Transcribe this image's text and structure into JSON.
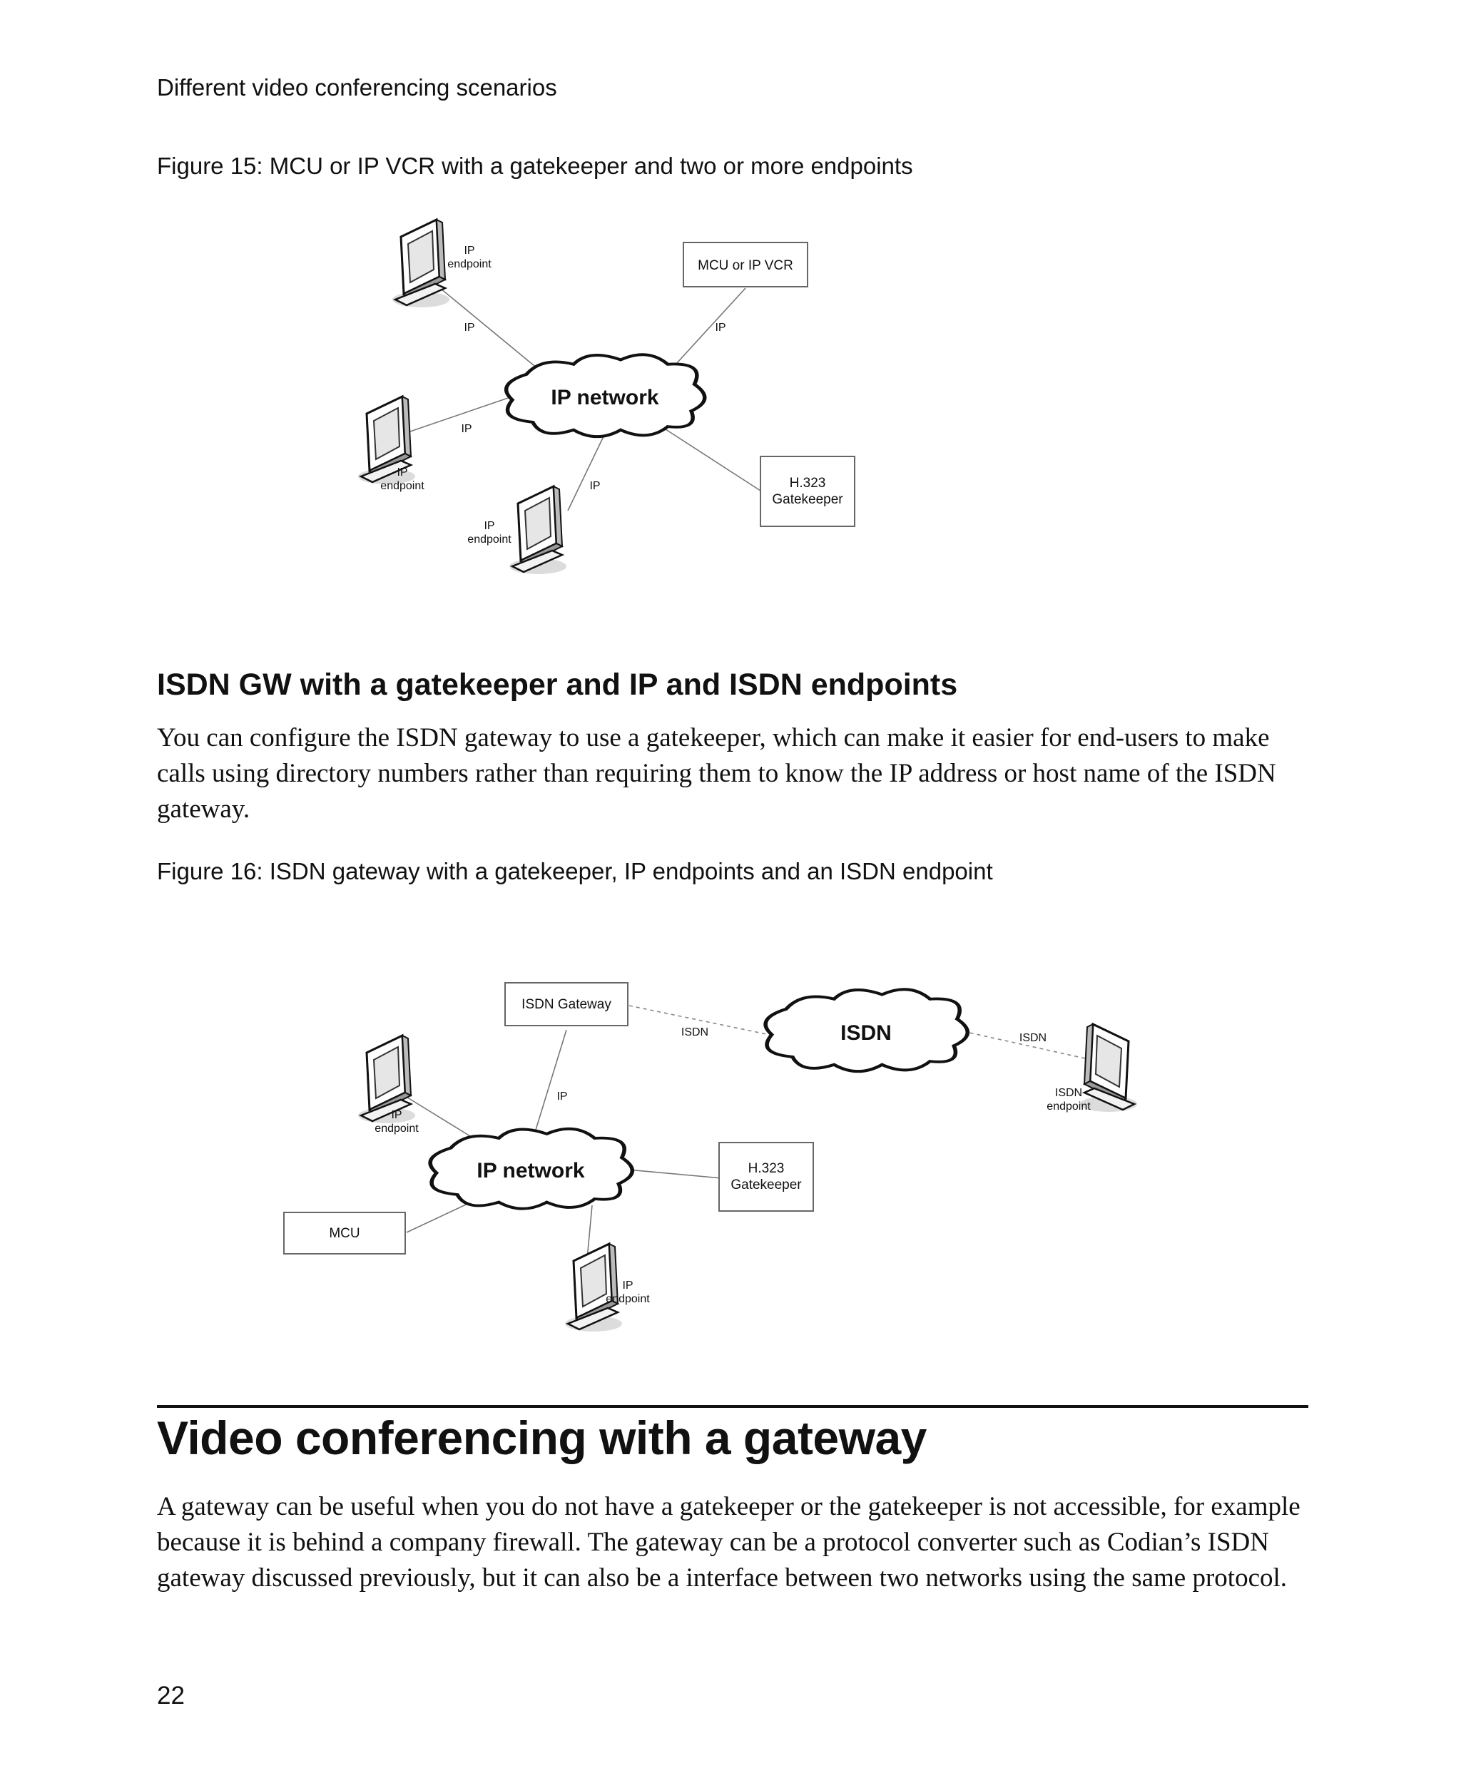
{
  "header": {
    "running_title": "Different video conferencing scenarios"
  },
  "figure15": {
    "caption": "Figure 15: MCU or IP VCR with a gatekeeper and two or more endpoints",
    "cloud_label": "IP network",
    "mcu_box": "MCU or IP VCR",
    "gatekeeper_line1": "H.323",
    "gatekeeper_line2": "Gatekeeper",
    "endpoint_line1": "IP",
    "endpoint_line2": "endpoint",
    "link_label": "IP"
  },
  "section": {
    "heading": "ISDN GW with a gatekeeper and IP and ISDN endpoints",
    "paragraph": "You can configure the ISDN gateway to use a gatekeeper, which can make it easier for end-users to make calls using directory numbers rather than requiring them to know the IP address or host name of the ISDN gateway."
  },
  "figure16": {
    "caption": "Figure 16: ISDN gateway with a gatekeeper, IP endpoints and an ISDN endpoint",
    "isdn_gateway_box": "ISDN Gateway",
    "isdn_cloud_label": "ISDN",
    "ip_cloud_label": "IP network",
    "mcu_box": "MCU",
    "gatekeeper_line1": "H.323",
    "gatekeeper_line2": "Gatekeeper",
    "isdn_link_label": "ISDN",
    "ip_link_label": "IP",
    "ip_endpoint_line1": "IP",
    "ip_endpoint_line2": "endpoint",
    "isdn_endpoint_line1": "ISDN",
    "isdn_endpoint_line2": "endpoint"
  },
  "chapter": {
    "heading": "Video conferencing with a gateway",
    "paragraph": "A gateway can be useful when you do not have a gatekeeper or the gatekeeper is not accessible, for example because it is behind a company firewall. The gateway can be a protocol converter such as Codian’s ISDN gateway discussed previously, but it can also be a interface between two networks using the same protocol."
  },
  "footer": {
    "page_number": "22"
  }
}
